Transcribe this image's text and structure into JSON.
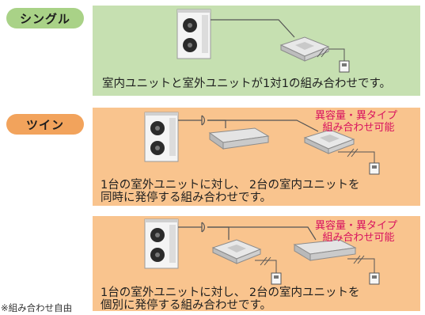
{
  "single": {
    "label": "シングル",
    "caption": "室内ユニットと室外ユニットが1対1の組み合わせです。"
  },
  "twin": {
    "label": "ツイン",
    "note": "異容量・異タイプ組み合わせ可能",
    "note_line1": "異容量・異タイプ",
    "note_line2": "組み合わせ可能",
    "caption_line1": "1台の室外ユニットに対し、 2台の室内ユニットを",
    "caption_line2": "同時に発停する組み合わせです。"
  },
  "individual": {
    "note_line1": "異容量・異タイプ",
    "note_line2": "組み合わせ可能",
    "caption_line1": "1台の室外ユニットに対し、 2台の室内ユニットを",
    "caption_line2": "個別に発停する組み合わせです。",
    "footnote": "※組み合わせ自由"
  },
  "colors": {
    "green_panel": "#c6e0b1",
    "orange_panel": "#f9c48e",
    "pink_text": "#d8125f"
  }
}
